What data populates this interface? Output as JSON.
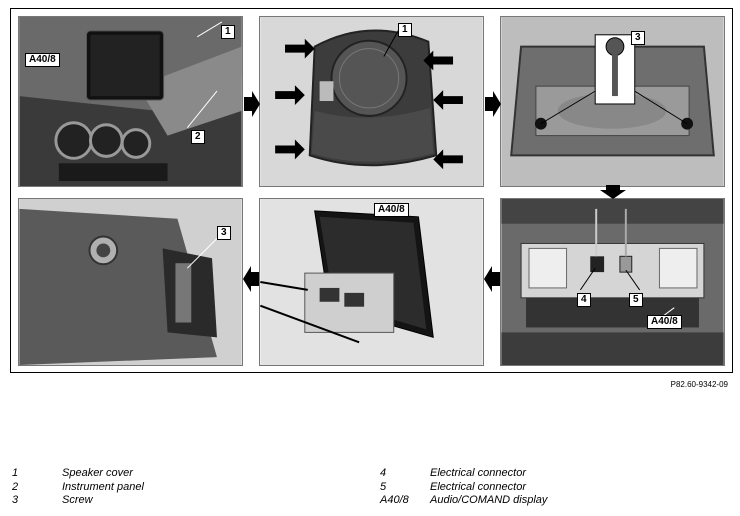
{
  "callouts": {
    "p1_display": "A40/8",
    "p1_n1": "1",
    "p1_n2": "2",
    "p2_n1": "1",
    "p3_n3": "3",
    "p4_n3": "3",
    "p5_display": "A40/8",
    "p6_n4": "4",
    "p6_n5": "5",
    "p6_display": "A40/8"
  },
  "reference_code": "P82.60-9342-09",
  "legend": {
    "left": [
      {
        "key": "1",
        "label": "Speaker cover"
      },
      {
        "key": "2",
        "label": "Instrument panel"
      },
      {
        "key": "3",
        "label": "Screw"
      }
    ],
    "right": [
      {
        "key": "4",
        "label": "Electrical connector"
      },
      {
        "key": "5",
        "label": "Electrical connector"
      },
      {
        "key": "A40/8",
        "label": "Audio/COMAND display"
      }
    ]
  }
}
